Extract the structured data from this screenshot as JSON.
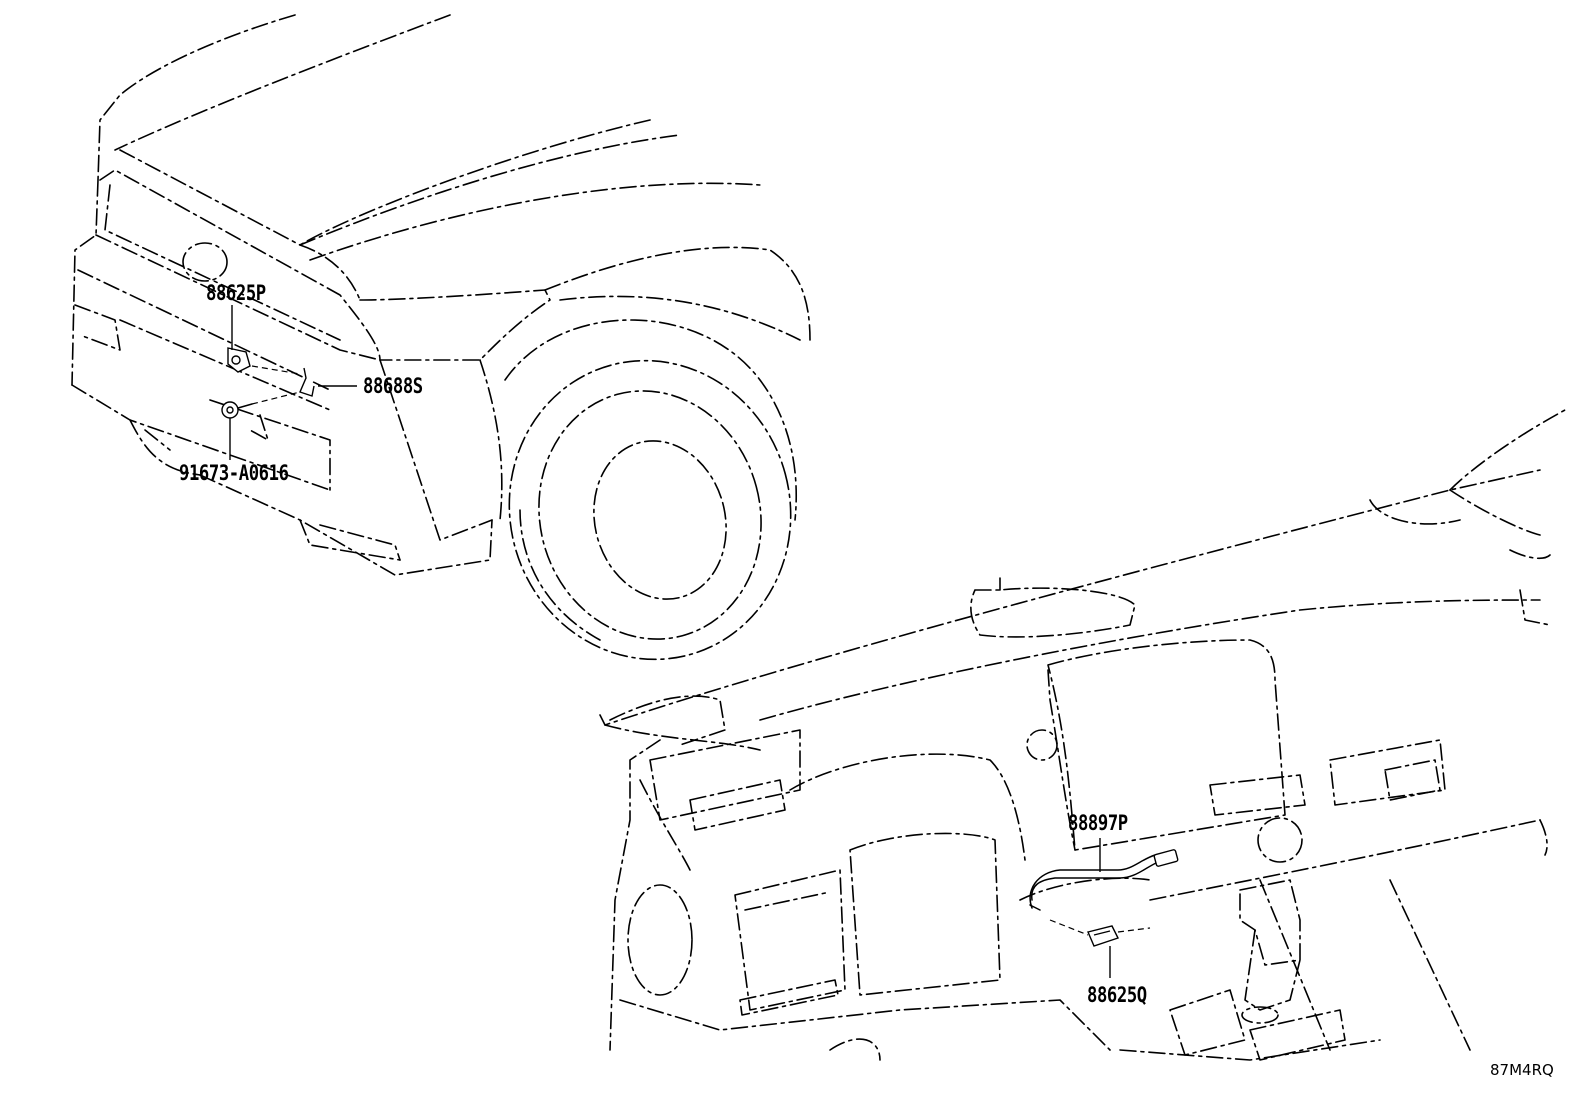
{
  "callouts": [
    {
      "id": "p1",
      "number": "88625P"
    },
    {
      "id": "p2",
      "number": "88688S"
    },
    {
      "id": "p3",
      "number": "91673-A0616"
    },
    {
      "id": "p4",
      "number": "88897P"
    },
    {
      "id": "p5",
      "number": "88625Q"
    }
  ],
  "diagram_code": "87M4RQ"
}
